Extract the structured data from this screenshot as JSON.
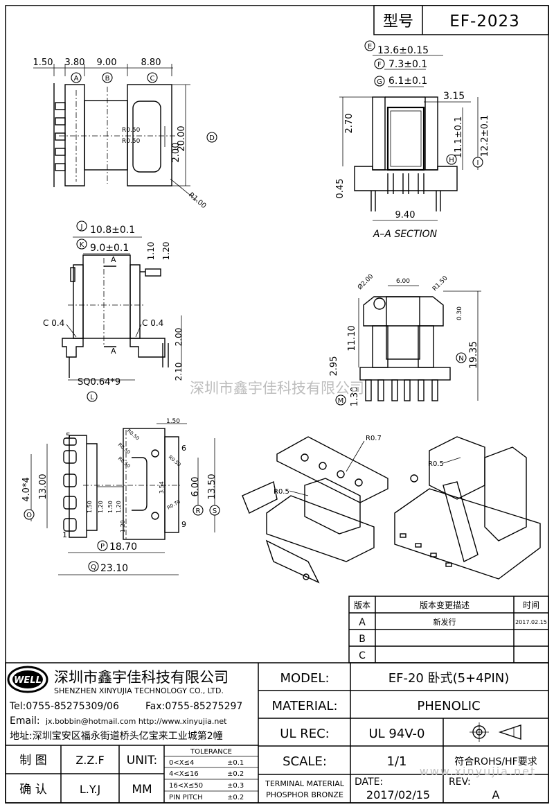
{
  "header": {
    "model_label": "型号",
    "model_value": "EF-2023"
  },
  "watermark_center": "深圳市鑫宇佳科技有限公司",
  "watermark_corner": "www.xinyujia.net",
  "view_top": {
    "dims": [
      "1.50",
      "3.80",
      "9.00",
      "8.80",
      "R0.50",
      "R0.50",
      "2.00",
      "20.00",
      "R1.00"
    ],
    "markers": [
      "A",
      "B",
      "C",
      "D"
    ]
  },
  "view_section": {
    "dims": [
      "13.6±0.15",
      "7.3±0.1",
      "6.1±0.1",
      "3.15",
      "2.70",
      "11.1±0.1",
      "12.2±0.1",
      "0.45",
      "9.40"
    ],
    "markers": [
      "E",
      "F",
      "G",
      "H",
      "I"
    ],
    "caption": "A–A SECTION"
  },
  "view_front": {
    "dims": [
      "10.8±0.1",
      "9.0±0.1",
      "1.10",
      "1.20",
      "A",
      "A",
      "C 0.4",
      "C 0.4",
      "2.00",
      "2.10",
      "SQ0.64*9"
    ],
    "markers": [
      "J",
      "K",
      "L"
    ]
  },
  "view_side": {
    "dims": [
      "Ø2.00",
      "6.00",
      "R1.50",
      "0.30",
      "11.10",
      "19.35",
      "2.95",
      "1.30"
    ],
    "markers": [
      "M",
      "N"
    ]
  },
  "view_bottom": {
    "dims": [
      "1.50",
      "R0.50",
      "R0.50",
      "R0.50",
      "R0.50",
      "R0.70",
      "4.0*4",
      "13.00",
      "6.00",
      "13.50",
      "1.50",
      "1.20",
      "1.50",
      "1.20",
      "1.20",
      "3.54",
      "18.70",
      "23.10"
    ],
    "pins": [
      "5",
      "6",
      "1",
      "9"
    ],
    "markers": [
      "O",
      "P",
      "Q",
      "R",
      "S"
    ]
  },
  "view_iso": {
    "dims": [
      "R0.7",
      "R0.5",
      "R0.5"
    ]
  },
  "revision_table": {
    "headers": [
      "版本",
      "版本变更描述",
      "时间"
    ],
    "rows": [
      {
        "rev": "A",
        "desc": "新发行",
        "date": "2017.02.15"
      },
      {
        "rev": "B",
        "desc": "",
        "date": ""
      },
      {
        "rev": "C",
        "desc": "",
        "date": ""
      }
    ]
  },
  "title_block": {
    "logo": "WELL",
    "company_cn": "深圳市鑫宇佳科技有限公司",
    "company_en": "SHENZHEN XINYUJIA TECHNOLOGY CO., LTD.",
    "tel": "Tel:0755-85275309/06",
    "fax": "Fax:0755-85275297",
    "email_label": "Email:",
    "email": "jx.bobbin@hotmail.com http://www.xinyujia.net",
    "address": "地址:深圳宝安区福永街道桥头亿宝来工业城第2幢",
    "drawn_label": "制 图",
    "drawn_value": "Z.Z.F",
    "checked_label": "确 认",
    "checked_value": "L.Y.J",
    "unit_label": "UNIT:",
    "unit_value": "MM",
    "tolerance_title": "TOLERANCE",
    "tolerances": [
      {
        "range": "0<X≤4",
        "tol": "±0.1"
      },
      {
        "range": "4<X≤16",
        "tol": "±0.2"
      },
      {
        "range": "16<X≤50",
        "tol": "±0.3"
      },
      {
        "range": "PIN PITCH",
        "tol": "±0.2"
      }
    ],
    "model_label": "MODEL:",
    "model_value": "EF-20 卧式(5+4PIN)",
    "material_label": "MATERIAL:",
    "material_value": "PHENOLIC",
    "ulrec_label": "UL REC:",
    "ulrec_value": "UL 94V-0",
    "scale_label": "SCALE:",
    "scale_value": "1/1",
    "rohs": "符合ROHS/HF要求",
    "terminal_line1": "TERMINAL MATERIAL",
    "terminal_line2": "PHOSPHOR BRONZE",
    "date_label": "DATE:",
    "date_value": "2017/02/15",
    "rev_label": "REV:",
    "rev_value": "A"
  }
}
